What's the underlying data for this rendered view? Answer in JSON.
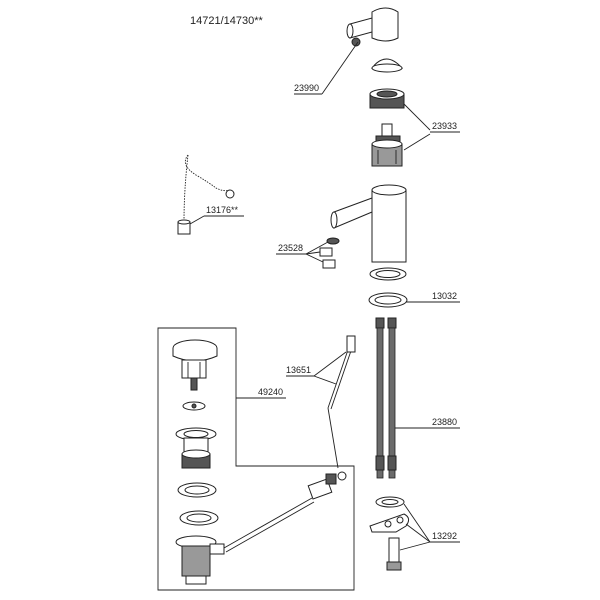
{
  "title": "14721/14730**",
  "parts": {
    "p23990": "23990",
    "p23933": "23933",
    "p13176": "13176**",
    "p23528": "23528",
    "p13032": "13032",
    "p13651": "13651",
    "p49240": "49240",
    "p23880": "23880",
    "p13292": "13292"
  }
}
